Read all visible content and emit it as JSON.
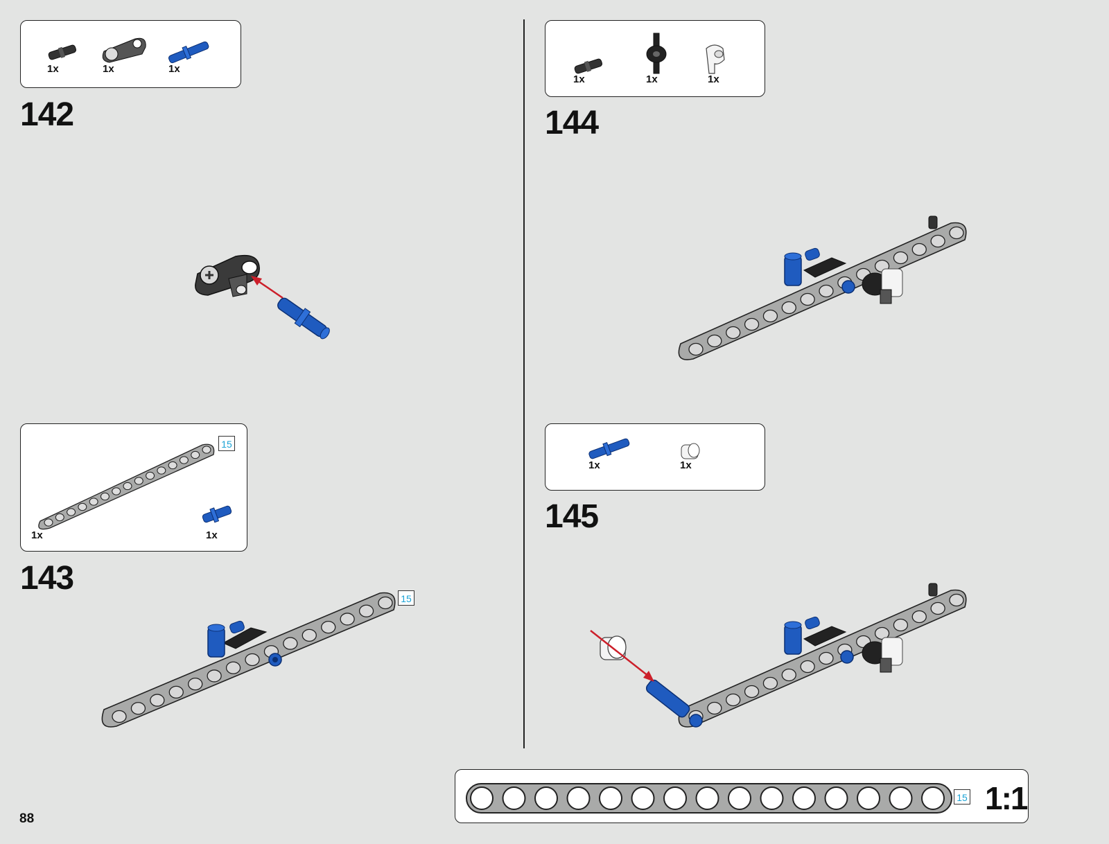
{
  "page_number": "88",
  "scale_label": "1:1",
  "length_badge": "15",
  "steps": [
    {
      "number": "142",
      "parts": [
        {
          "qty": "1x",
          "icon": "black-pin-icon"
        },
        {
          "qty": "1x",
          "icon": "dark-connector-icon"
        },
        {
          "qty": "1x",
          "icon": "blue-axle-pin-icon"
        }
      ]
    },
    {
      "number": "143",
      "parts": [
        {
          "qty": "1x",
          "icon": "gray-beam-15-icon"
        },
        {
          "qty": "1x",
          "icon": "blue-pin-icon"
        }
      ]
    },
    {
      "number": "144",
      "parts": [
        {
          "qty": "1x",
          "icon": "black-pin-icon"
        },
        {
          "qty": "1x",
          "icon": "black-axle-connector-icon"
        },
        {
          "qty": "1x",
          "icon": "white-angle-connector-icon"
        }
      ]
    },
    {
      "number": "145",
      "parts": [
        {
          "qty": "1x",
          "icon": "blue-axle-pin-icon"
        },
        {
          "qty": "1x",
          "icon": "white-bush-icon"
        }
      ]
    }
  ],
  "colors": {
    "background": "#e3e4e3",
    "beam_gray": "#a9aaa9",
    "pin_blue": "#1f5bbf",
    "arrow_red": "#cc1f2a",
    "badge_cyan": "#1aa3d6"
  }
}
